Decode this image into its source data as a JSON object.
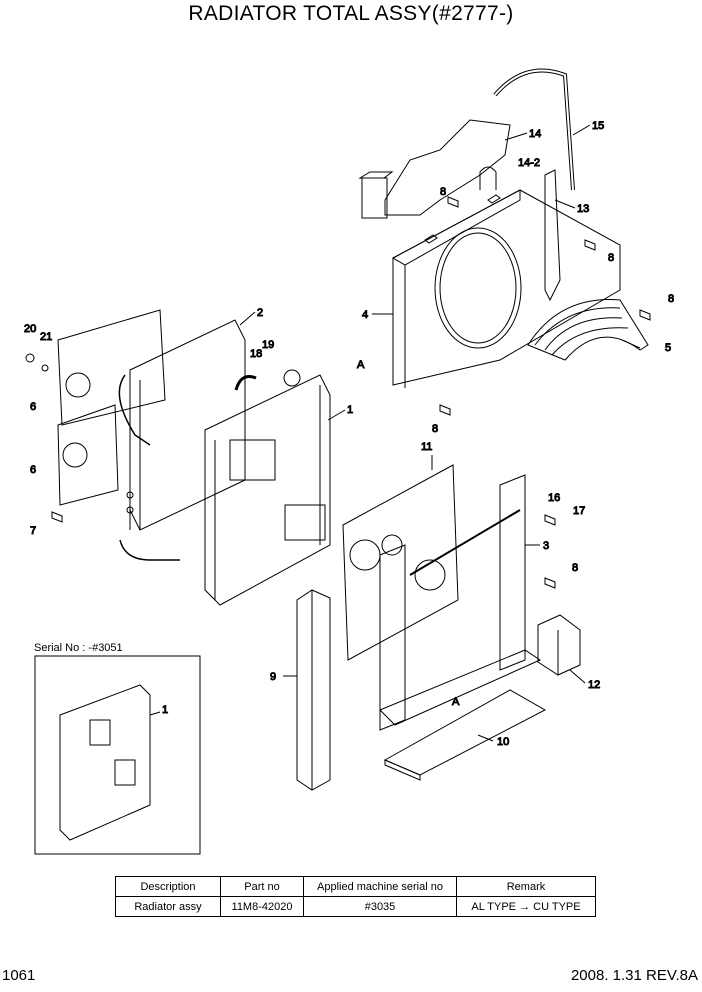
{
  "title": "RADIATOR TOTAL ASSY(#2777-)",
  "serial_note": "Serial No : -#3051",
  "callouts": [
    "20",
    "21",
    "6",
    "6",
    "7",
    "2",
    "18",
    "19",
    "1",
    "4",
    "A",
    "8",
    "14",
    "14-2",
    "8",
    "15",
    "13",
    "8",
    "8",
    "5",
    "11",
    "16",
    "17",
    "3",
    "8",
    "9",
    "12",
    "A",
    "10",
    "1"
  ],
  "table": {
    "headers": [
      "Description",
      "Part no",
      "Applied machine serial no",
      "Remark"
    ],
    "rows": [
      [
        "Radiator assy",
        "11M8-42020",
        "#3035",
        "AL TYPE → CU TYPE"
      ]
    ]
  },
  "footer": {
    "page": "1061",
    "date_rev": "2008. 1.31  REV.8A"
  }
}
